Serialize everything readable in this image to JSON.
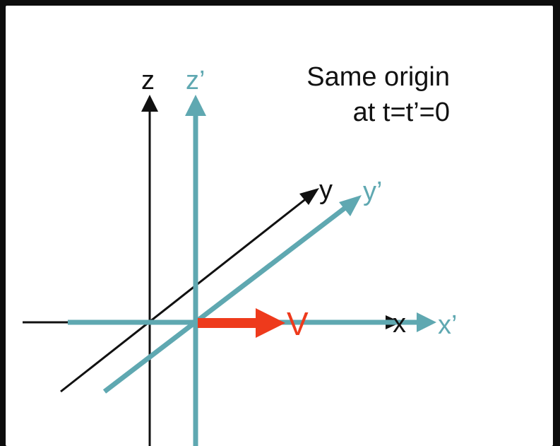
{
  "caption": {
    "line1": "Same origin",
    "line2": "at t=t’=0"
  },
  "axes": {
    "unprimed": {
      "color": "#111111",
      "z_label": "z",
      "y_label": "y",
      "x_label": "x"
    },
    "primed": {
      "color": "#5fa8b1",
      "z_label": "z’",
      "y_label": "y’",
      "x_label": "x’"
    }
  },
  "velocity": {
    "color": "#ee3a1c",
    "label": "V"
  }
}
